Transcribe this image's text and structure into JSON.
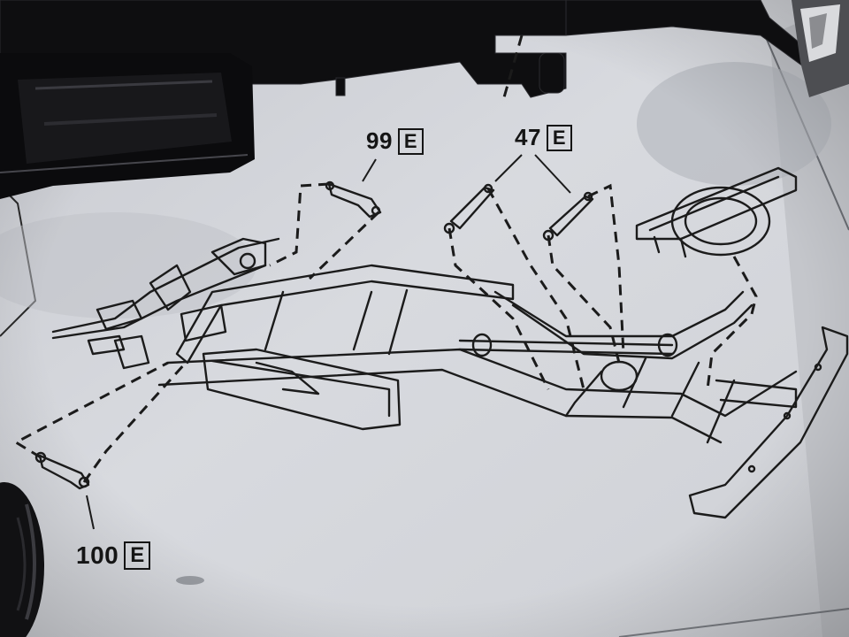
{
  "callouts": [
    {
      "part_number": "99",
      "sheet_letter": "E"
    },
    {
      "part_number": "47",
      "sheet_letter": "E"
    },
    {
      "part_number": "100",
      "sheet_letter": "E"
    }
  ],
  "colors": {
    "paper": "#d4d6db",
    "ink": "#1a1a1a",
    "plastic_parts": "#0d0d0e",
    "shadow": "#9fa3ab"
  }
}
